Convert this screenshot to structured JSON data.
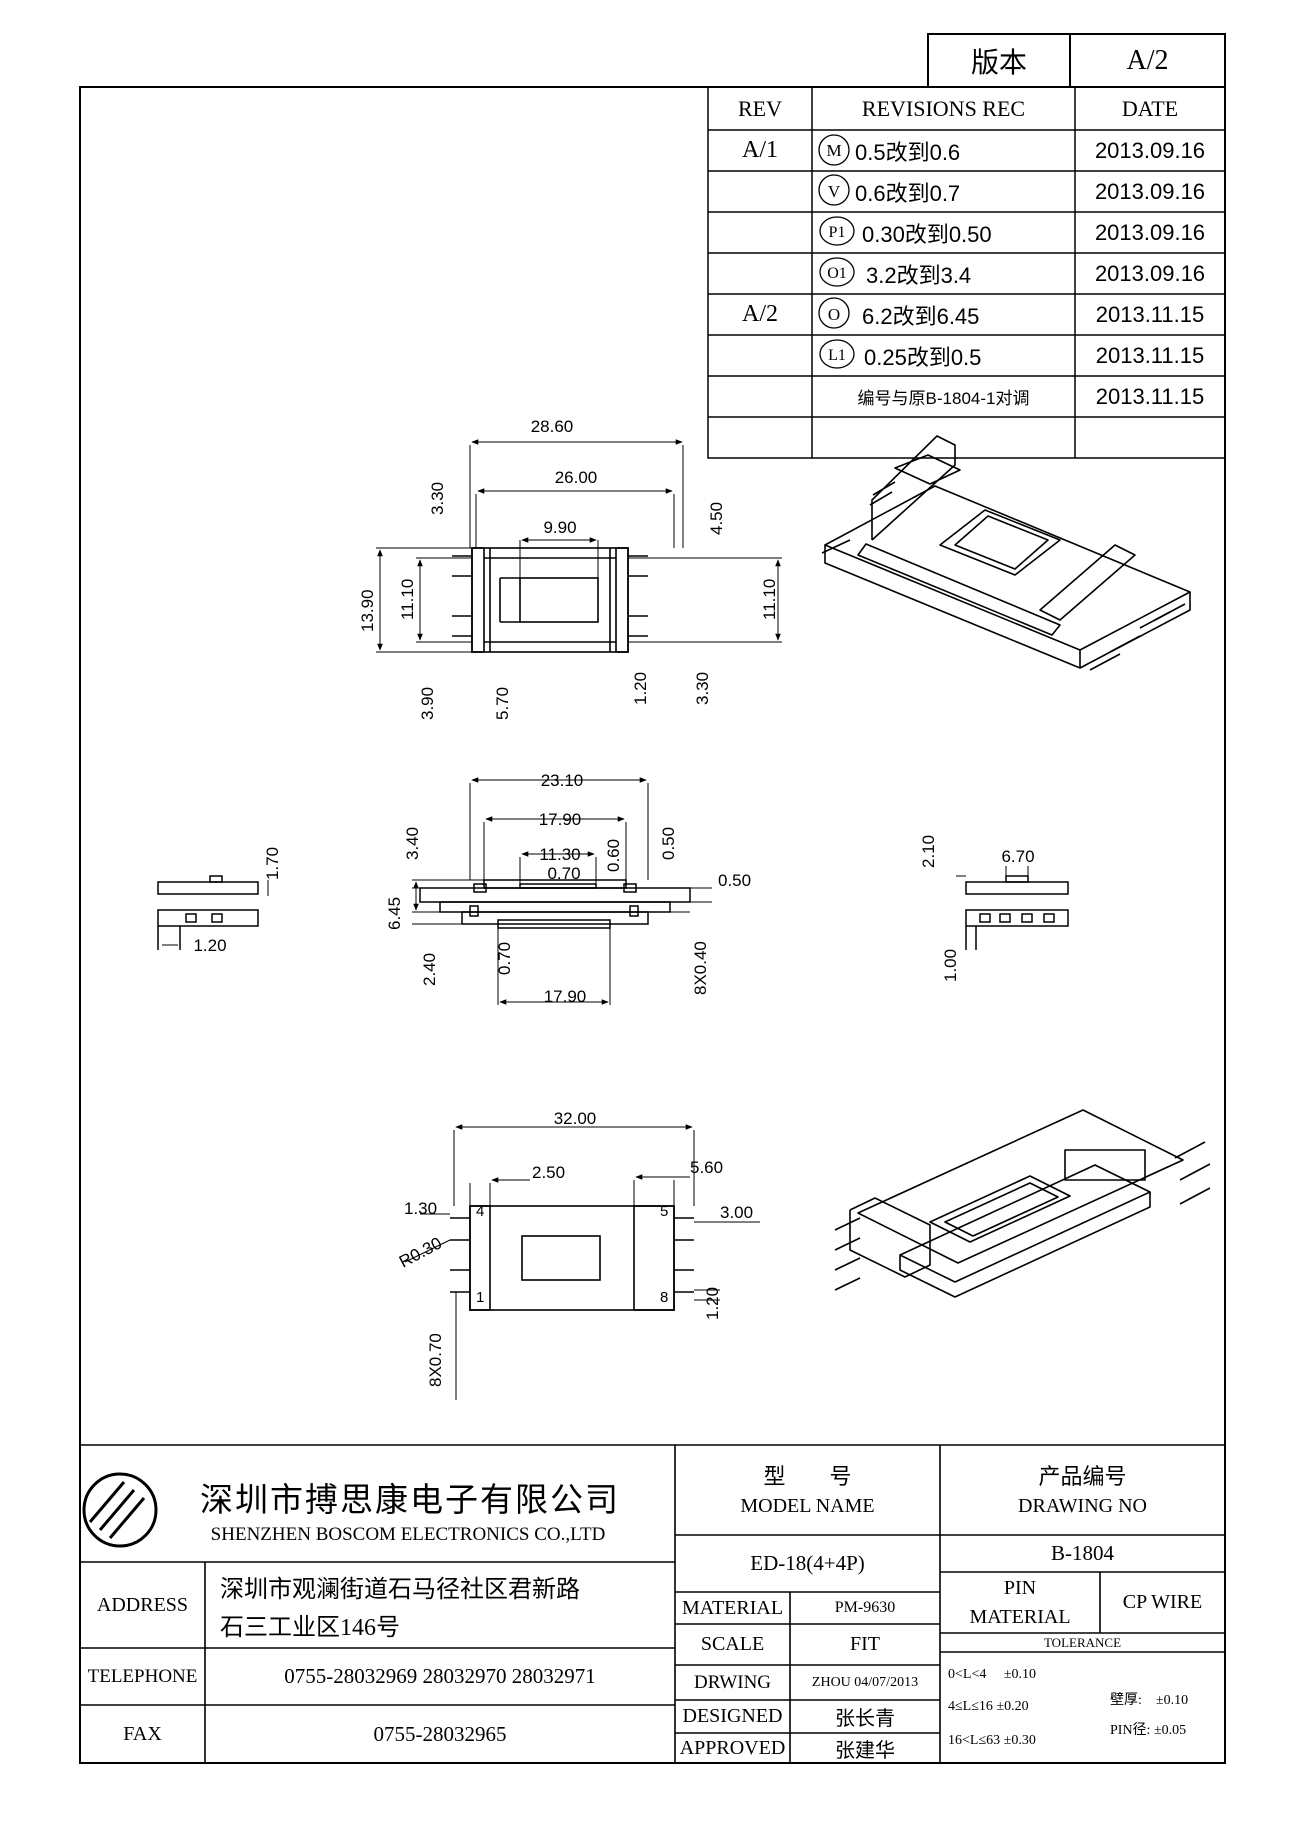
{
  "version": {
    "label": "版本",
    "value": "A/2"
  },
  "revisions": {
    "headers": {
      "rev": "REV",
      "rec": "REVISIONS REC",
      "date": "DATE"
    },
    "rows": [
      {
        "rev": "A/1",
        "mark": "M",
        "text": "0.5改到0.6",
        "date": "2013.09.16"
      },
      {
        "rev": "",
        "mark": "V",
        "text": "0.6改到0.7",
        "date": "2013.09.16"
      },
      {
        "rev": "",
        "mark": "P1",
        "text": "0.30改到0.50",
        "date": "2013.09.16"
      },
      {
        "rev": "",
        "mark": "O1",
        "text": "3.2改到3.4",
        "date": "2013.09.16"
      },
      {
        "rev": "A/2",
        "mark": "O",
        "text": "6.2改到6.45",
        "date": "2013.11.15"
      },
      {
        "rev": "",
        "mark": "L1",
        "text": "0.25改到0.5",
        "date": "2013.11.15"
      },
      {
        "rev": "",
        "mark": "",
        "text": "编号与原B-1804-1对调",
        "date": "2013.11.15"
      },
      {
        "rev": "",
        "mark": "",
        "text": "",
        "date": ""
      }
    ]
  },
  "top_view": {
    "A": "28.60",
    "B": "26.00",
    "C": "9.90",
    "D1": "3.30",
    "I": "4.50",
    "E": "13.90",
    "F1": "11.10",
    "F2": "11.10",
    "G": "3.90",
    "H": "5.70",
    "h1": "1.20",
    "D2": "3.30"
  },
  "side_view": {
    "S": "1.70",
    "s1": "1.20",
    "J": "23.10",
    "K": "17.90",
    "L": "11.30",
    "N": "0.70",
    "M": "0.60",
    "L1": "0.50",
    "O1": "3.40",
    "P1": "0.50",
    "O": "6.45",
    "R": "2.40",
    "V": "0.70",
    "P": "8X0.40",
    "U": "17.90",
    "Z": "2.10",
    "Q": "6.70",
    "z1": "1.00"
  },
  "bottom_view": {
    "W": "32.00",
    "W1": "2.50",
    "X": "5.60",
    "b1": "1.30",
    "b2": "3.00",
    "R": "R0.30",
    "b3": "1.20",
    "Y": "8X0.70",
    "pins": {
      "p4": "4",
      "p5": "5",
      "p1": "1",
      "p8": "8"
    }
  },
  "title_block": {
    "company_cn": "深圳市搏思康电子有限公司",
    "company_en": "SHENZHEN BOSCOM ELECTRONICS CO.,LTD",
    "model_cn": "型　　号",
    "model_en": "MODEL NAME",
    "model_value": "ED-18(4+4P)",
    "drawing_cn": "产品编号",
    "drawing_en": "DRAWING NO",
    "drawing_value": "B-1804",
    "address_label": "ADDRESS",
    "address_line1": "深圳市观澜街道石马径社区君新路",
    "address_line2": "石三工业区146号",
    "telephone_label": "TELEPHONE",
    "telephone_value": "0755-28032969 28032970 28032971",
    "fax_label": "FAX",
    "fax_value": "0755-28032965",
    "material_label": "MATERIAL",
    "material_value": "PM-9630",
    "scale_label": "SCALE",
    "scale_value": "FIT",
    "drawing_label": "DRWING",
    "drawing_date": "ZHOU 04/07/2013",
    "designed_label": "DESIGNED",
    "designed_value": "张长青",
    "approved_label": "APPROVED",
    "approved_value": "张建华",
    "pin_material_label1": "PIN",
    "pin_material_label2": "MATERIAL",
    "pin_material_value": "CP WIRE",
    "tolerance_label": "TOLERANCE",
    "tol1": "0<L<4　 ±0.10",
    "tol2": "4≤L≤16 ±0.20",
    "tol3": "16<L≤63 ±0.30",
    "wall_label": "壁厚:　±0.10",
    "pin_dia_label": "PIN径: ±0.05"
  }
}
